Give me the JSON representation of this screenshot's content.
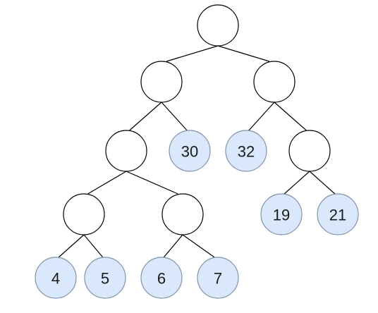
{
  "colors": {
    "internal_fill": "#ffffff",
    "leaf_fill": "#dae8fc",
    "stroke": "#000000",
    "text": "#1a1a1a"
  },
  "tree": {
    "nodes": [
      {
        "id": "root",
        "label": "",
        "kind": "internal"
      },
      {
        "id": "n-left",
        "label": "",
        "kind": "internal"
      },
      {
        "id": "n-right",
        "label": "",
        "kind": "internal"
      },
      {
        "id": "n-left-left",
        "label": "",
        "kind": "internal"
      },
      {
        "id": "leaf-30",
        "label": "30",
        "kind": "leaf"
      },
      {
        "id": "leaf-32",
        "label": "32",
        "kind": "leaf"
      },
      {
        "id": "n-right-right",
        "label": "",
        "kind": "internal"
      },
      {
        "id": "n-lll",
        "label": "",
        "kind": "internal"
      },
      {
        "id": "n-llr",
        "label": "",
        "kind": "internal"
      },
      {
        "id": "leaf-19",
        "label": "19",
        "kind": "leaf"
      },
      {
        "id": "leaf-21",
        "label": "21",
        "kind": "leaf"
      },
      {
        "id": "leaf-4",
        "label": "4",
        "kind": "leaf"
      },
      {
        "id": "leaf-5",
        "label": "5",
        "kind": "leaf"
      },
      {
        "id": "leaf-6",
        "label": "6",
        "kind": "leaf"
      },
      {
        "id": "leaf-7",
        "label": "7",
        "kind": "leaf"
      }
    ],
    "edges": [
      {
        "from": "root",
        "to": "n-left"
      },
      {
        "from": "root",
        "to": "n-right"
      },
      {
        "from": "n-left",
        "to": "n-left-left"
      },
      {
        "from": "n-left",
        "to": "leaf-30"
      },
      {
        "from": "n-right",
        "to": "leaf-32"
      },
      {
        "from": "n-right",
        "to": "n-right-right"
      },
      {
        "from": "n-left-left",
        "to": "n-lll"
      },
      {
        "from": "n-left-left",
        "to": "n-llr"
      },
      {
        "from": "n-right-right",
        "to": "leaf-19"
      },
      {
        "from": "n-right-right",
        "to": "leaf-21"
      },
      {
        "from": "n-lll",
        "to": "leaf-4"
      },
      {
        "from": "n-lll",
        "to": "leaf-5"
      },
      {
        "from": "n-llr",
        "to": "leaf-6"
      },
      {
        "from": "n-llr",
        "to": "leaf-7"
      }
    ]
  }
}
